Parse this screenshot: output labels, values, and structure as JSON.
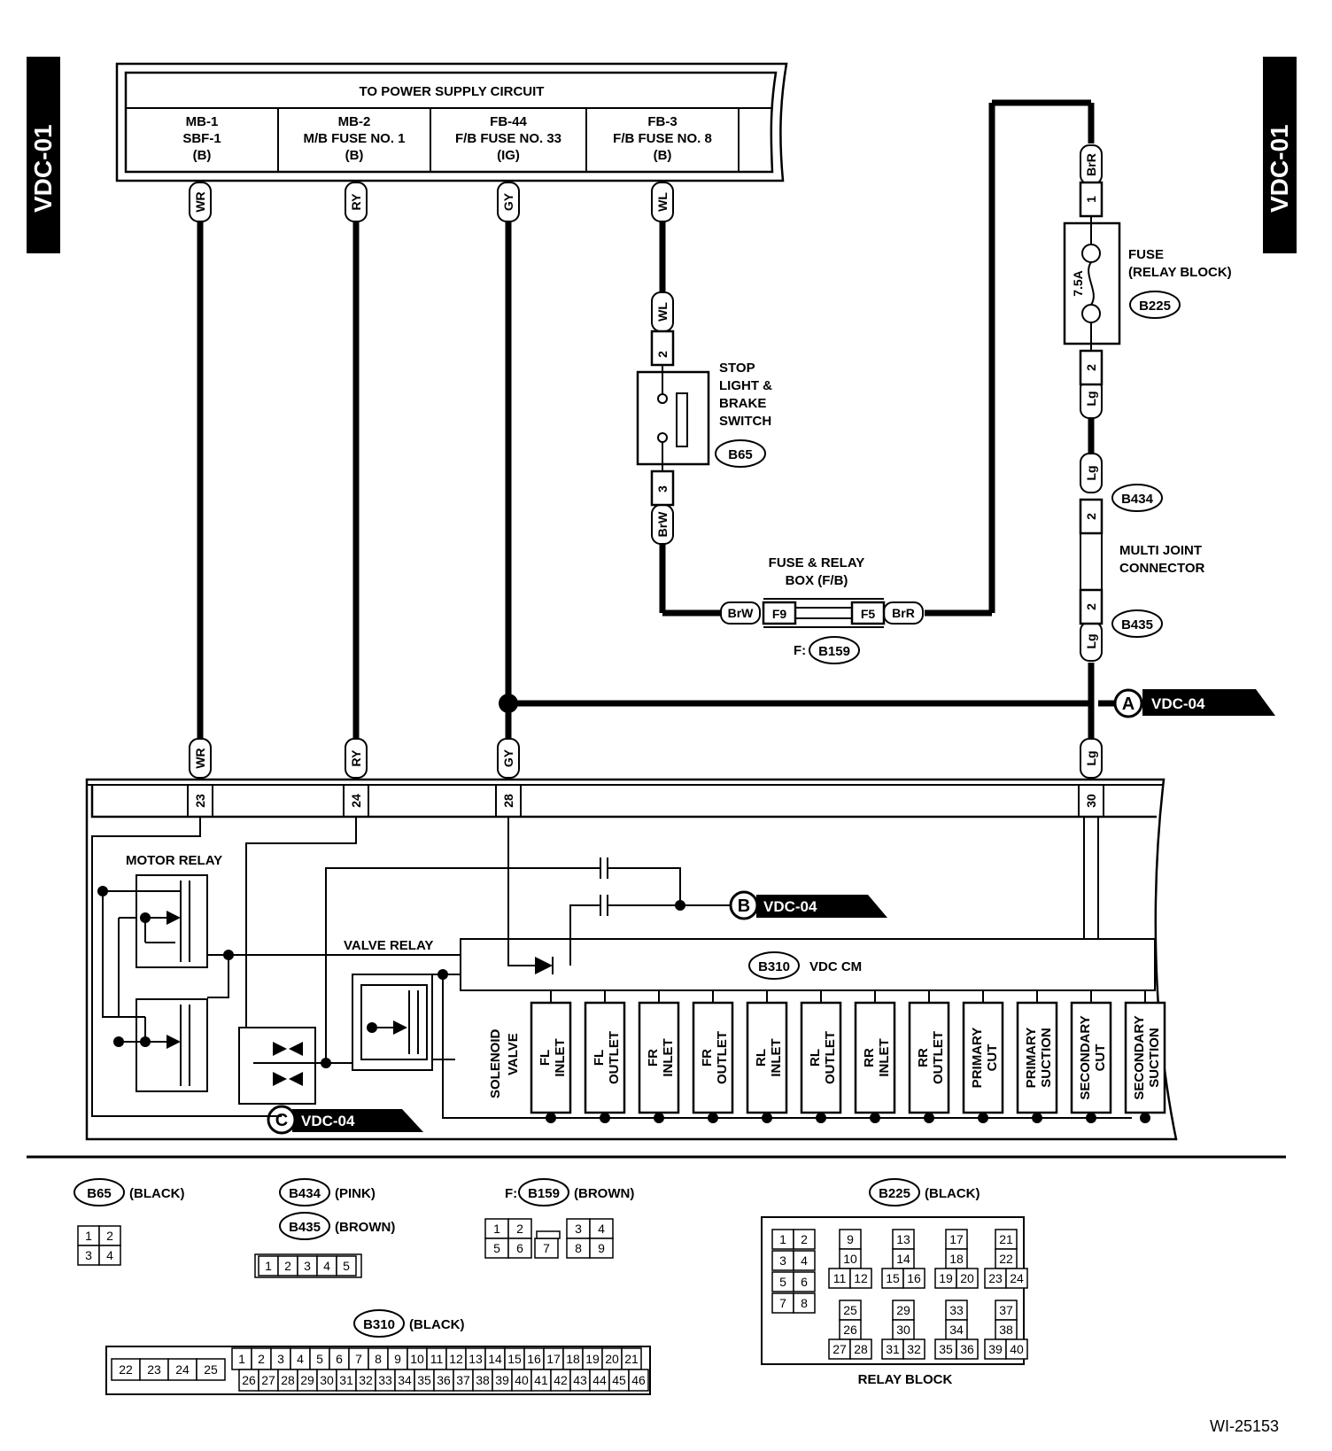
{
  "side_labels": {
    "left": "VDC-01",
    "right": "VDC-01"
  },
  "power": {
    "title": "TO POWER SUPPLY CIRCUIT",
    "cells": [
      {
        "l1": "MB-1",
        "l2": "SBF-1",
        "l3": "(B)"
      },
      {
        "l1": "MB-2",
        "l2": "M/B FUSE NO. 1",
        "l3": "(B)"
      },
      {
        "l1": "FB-44",
        "l2": "F/B FUSE NO. 33",
        "l3": "(IG)"
      },
      {
        "l1": "FB-3",
        "l2": "F/B FUSE NO. 8",
        "l3": "(B)"
      }
    ]
  },
  "wires": {
    "wr": "WR",
    "ry": "RY",
    "gy": "GY",
    "wl": "WL",
    "brr": "BrR",
    "brw": "BrW",
    "lg": "Lg"
  },
  "pins": {
    "p23": "23",
    "p24": "24",
    "p28": "28",
    "p30": "30",
    "p1": "1",
    "p2": "2",
    "p3": "3",
    "f9": "F9",
    "f5": "F5"
  },
  "fuse": {
    "rating": "7.5A",
    "label1": "FUSE",
    "label2": "(RELAY BLOCK)",
    "conn": "B225"
  },
  "stop_switch": {
    "l1": "STOP",
    "l2": "LIGHT &",
    "l3": "BRAKE",
    "l4": "SWITCH",
    "conn": "B65"
  },
  "fb": {
    "l1": "FUSE & RELAY",
    "l2": "BOX (F/B)",
    "prefix": "F:",
    "conn": "B159"
  },
  "multi_joint": {
    "l1": "MULTI JOINT",
    "l2": "CONNECTOR",
    "c1": "B434",
    "c2": "B435"
  },
  "refs": {
    "a": {
      "letter": "A",
      "text": "VDC-04"
    },
    "b": {
      "letter": "B",
      "text": "VDC-04"
    },
    "c": {
      "letter": "C",
      "text": "VDC-04"
    }
  },
  "module": {
    "motor_relay": "MOTOR RELAY",
    "valve_relay": "VALVE RELAY",
    "cm_conn": "B310",
    "cm_label": "VDC CM",
    "solenoid_l1": "SOLENOID",
    "solenoid_l2": "VALVE",
    "valves": [
      {
        "a": "FL",
        "b": "INLET"
      },
      {
        "a": "FL",
        "b": "OUTLET"
      },
      {
        "a": "FR",
        "b": "INLET"
      },
      {
        "a": "FR",
        "b": "OUTLET"
      },
      {
        "a": "RL",
        "b": "INLET"
      },
      {
        "a": "RL",
        "b": "OUTLET"
      },
      {
        "a": "RR",
        "b": "INLET"
      },
      {
        "a": "RR",
        "b": "OUTLET"
      },
      {
        "a": "PRIMARY",
        "b": "CUT"
      },
      {
        "a": "PRIMARY",
        "b": "SUCTION"
      },
      {
        "a": "SECONDARY",
        "b": "CUT"
      },
      {
        "a": "SECONDARY",
        "b": "SUCTION"
      }
    ]
  },
  "legend": {
    "b65": {
      "conn": "B65",
      "color": "(BLACK)",
      "pins": [
        "1",
        "2",
        "3",
        "4"
      ]
    },
    "b434": {
      "conn": "B434",
      "color": "(PINK)"
    },
    "b435": {
      "conn": "B435",
      "color": "(BROWN)",
      "pins": [
        "1",
        "2",
        "3",
        "4",
        "5"
      ]
    },
    "b159": {
      "prefix": "F:",
      "conn": "B159",
      "color": "(BROWN)",
      "pins": [
        "1",
        "2",
        "3",
        "4",
        "5",
        "6",
        "7",
        "8",
        "9"
      ]
    },
    "b225": {
      "conn": "B225",
      "color": "(BLACK)",
      "caption": "RELAY BLOCK",
      "pins": [
        "1",
        "2",
        "3",
        "4",
        "5",
        "6",
        "7",
        "8",
        "9",
        "10",
        "11",
        "12",
        "13",
        "14",
        "15",
        "16",
        "17",
        "18",
        "19",
        "20",
        "21",
        "22",
        "23",
        "24",
        "25",
        "26",
        "27",
        "28",
        "29",
        "30",
        "31",
        "32",
        "33",
        "34",
        "35",
        "36",
        "37",
        "38",
        "39",
        "40"
      ]
    },
    "b310": {
      "conn": "B310",
      "color": "(BLACK)",
      "pins_left": [
        "22",
        "23",
        "24",
        "25"
      ],
      "pins_top": [
        "1",
        "2",
        "3",
        "4",
        "5",
        "6",
        "7",
        "8",
        "9",
        "10",
        "11",
        "12",
        "13",
        "14",
        "15",
        "16",
        "17",
        "18",
        "19",
        "20",
        "21"
      ],
      "pins_bottom": [
        "26",
        "27",
        "28",
        "29",
        "30",
        "31",
        "32",
        "33",
        "34",
        "35",
        "36",
        "37",
        "38",
        "39",
        "40",
        "41",
        "42",
        "43",
        "44",
        "45",
        "46"
      ]
    }
  },
  "figure_id": "WI-25153"
}
